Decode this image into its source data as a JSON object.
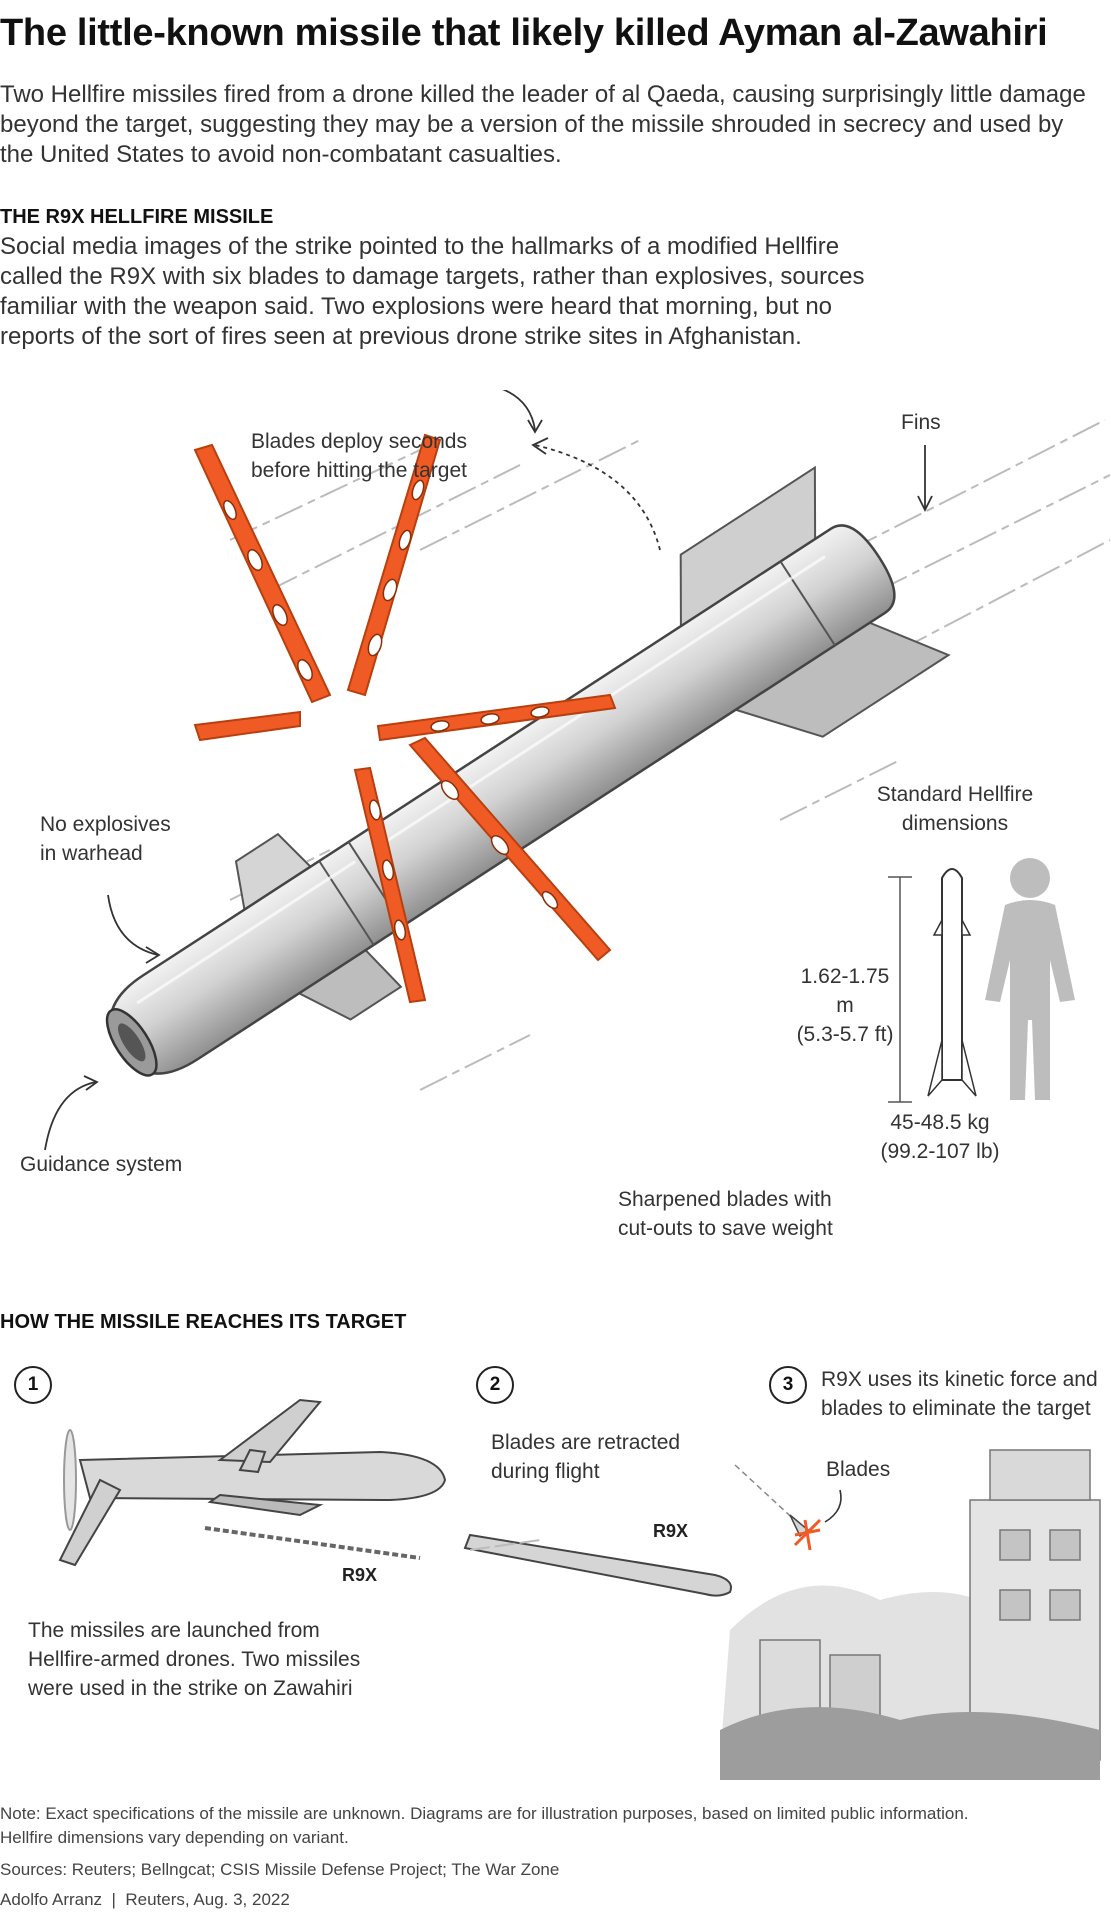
{
  "title": "The little-known missile that likely killed Ayman al-Zawahiri",
  "intro": "Two Hellfire missiles fired from a drone killed the leader of al Qaeda, causing surprisingly little damage beyond the target, suggesting they may be a version of the missile shrouded in secrecy and used by the United States to avoid non-combatant casualties.",
  "section1": {
    "heading": "THE R9X HELLFIRE MISSILE",
    "body": "Social media images of the strike pointed to the hallmarks of a modified Hellfire called the R9X with six blades to damage targets, rather than explosives, sources familiar with the weapon said. Two explosions were heard that morning, but no reports of the sort of fires seen at previous drone strike sites in Afghanistan."
  },
  "diagram": {
    "label_blades_deploy": [
      "Blades deploy seconds",
      "before hitting the target"
    ],
    "label_fins": "Fins",
    "label_no_explosives": [
      "No explosives",
      "in warhead"
    ],
    "label_guidance": "Guidance system",
    "label_sharpened": [
      "Sharpened blades with",
      "cut-outs to save weight"
    ],
    "dimensions": {
      "title": [
        "Standard Hellfire",
        "dimensions"
      ],
      "length": [
        "1.62-1.75 m",
        "(5.3-5.7 ft)"
      ],
      "weight": [
        "45-48.5 kg",
        "(99.2-107 lb)"
      ]
    }
  },
  "section2": {
    "heading": "HOW THE MISSILE REACHES ITS TARGET",
    "steps": [
      {
        "num": "1",
        "text": [
          "The missiles are launched from",
          "Hellfire-armed drones. Two missiles",
          "were used in the strike on Zawahiri"
        ],
        "tag": "R9X"
      },
      {
        "num": "2",
        "text": [
          "Blades are retracted",
          "during flight"
        ],
        "tag": "R9X"
      },
      {
        "num": "3",
        "text": [
          "R9X uses its kinetic force and",
          "blades to eliminate the target"
        ],
        "tag": "Blades"
      }
    ]
  },
  "footer": {
    "note": [
      "Note: Exact specifications of the missile are unknown. Diagrams are for illustration purposes, based on limited public information.",
      "Hellfire dimensions vary depending on variant."
    ],
    "sources": "Sources: Reuters; Bellngcat; CSIS Missile Defense Project; The War Zone",
    "credit": "Adolfo Arranz  |  Reuters, Aug. 3, 2022"
  },
  "colors": {
    "blade": "#f05a24",
    "missile": "#c9c9c9",
    "silhouette": "#bdbdbd",
    "text": "#333333"
  }
}
